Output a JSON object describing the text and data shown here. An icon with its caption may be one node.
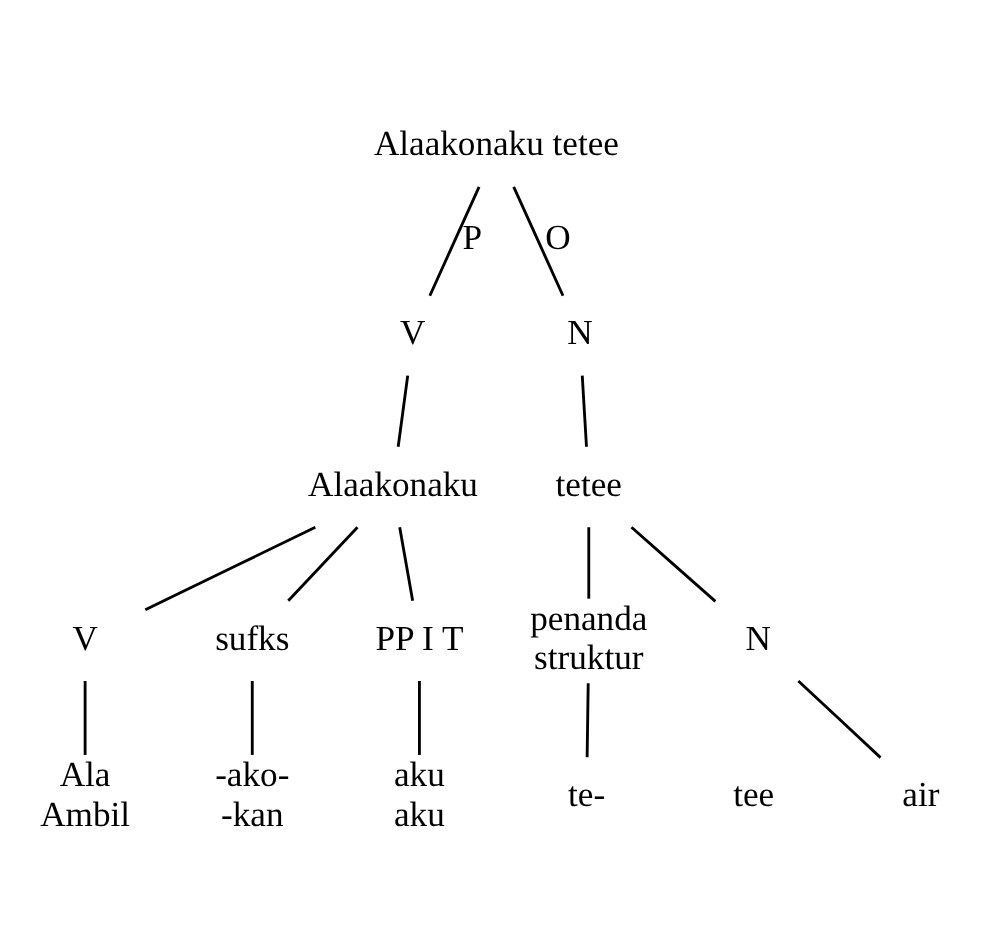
{
  "diagram": {
    "nodes": [
      {
        "text": [
          "Alaakonaku tetee"
        ]
      },
      {
        "text": [
          "V"
        ]
      },
      {
        "text": [
          "N"
        ]
      },
      {
        "text": [
          "Alaakonaku"
        ]
      },
      {
        "text": [
          "tetee"
        ]
      },
      {
        "text": [
          "V"
        ]
      },
      {
        "text": [
          "sufks"
        ]
      },
      {
        "text": [
          "PP I T"
        ]
      },
      {
        "text": [
          "penanda struktur"
        ]
      },
      {
        "text": [
          "N"
        ]
      },
      {
        "text": [
          "Ala",
          "Ambil"
        ]
      },
      {
        "text": [
          "-ako-",
          "-kan"
        ]
      },
      {
        "text": [
          "aku",
          "aku"
        ]
      },
      {
        "text": [
          "te-"
        ]
      },
      {
        "text": [
          "air"
        ]
      }
    ],
    "edges": [
      {
        "from": 0,
        "to": 1,
        "arrow": "none",
        "label": "P"
      },
      {
        "from": 0,
        "to": 2,
        "arrow": "none",
        "label": "O"
      },
      {
        "from": 1,
        "to": 3,
        "arrow": "none"
      },
      {
        "from": 2,
        "to": 4,
        "arrow": "none"
      },
      {
        "from": 3,
        "to": 5,
        "arrow": "none"
      },
      {
        "from": 3,
        "to": 6,
        "arrow": "none"
      },
      {
        "from": 3,
        "to": 7,
        "arrow": "none"
      },
      {
        "from": 4,
        "to": 8,
        "arrow": "none"
      },
      {
        "from": 4,
        "to": 9,
        "arrow": "none"
      },
      {
        "from": 5,
        "to": 10,
        "arrow": "none"
      },
      {
        "from": 6,
        "to": 11,
        "arrow": "none"
      },
      {
        "from": 7,
        "to": 12,
        "arrow": "none"
      },
      {
        "from": 8,
        "to": 13,
        "arrow": "none"
      },
      {
        "from": 9,
        "to": 14,
        "arrow": "none"
      }
    ],
    "labels": [
      "tee"
    ]
  }
}
